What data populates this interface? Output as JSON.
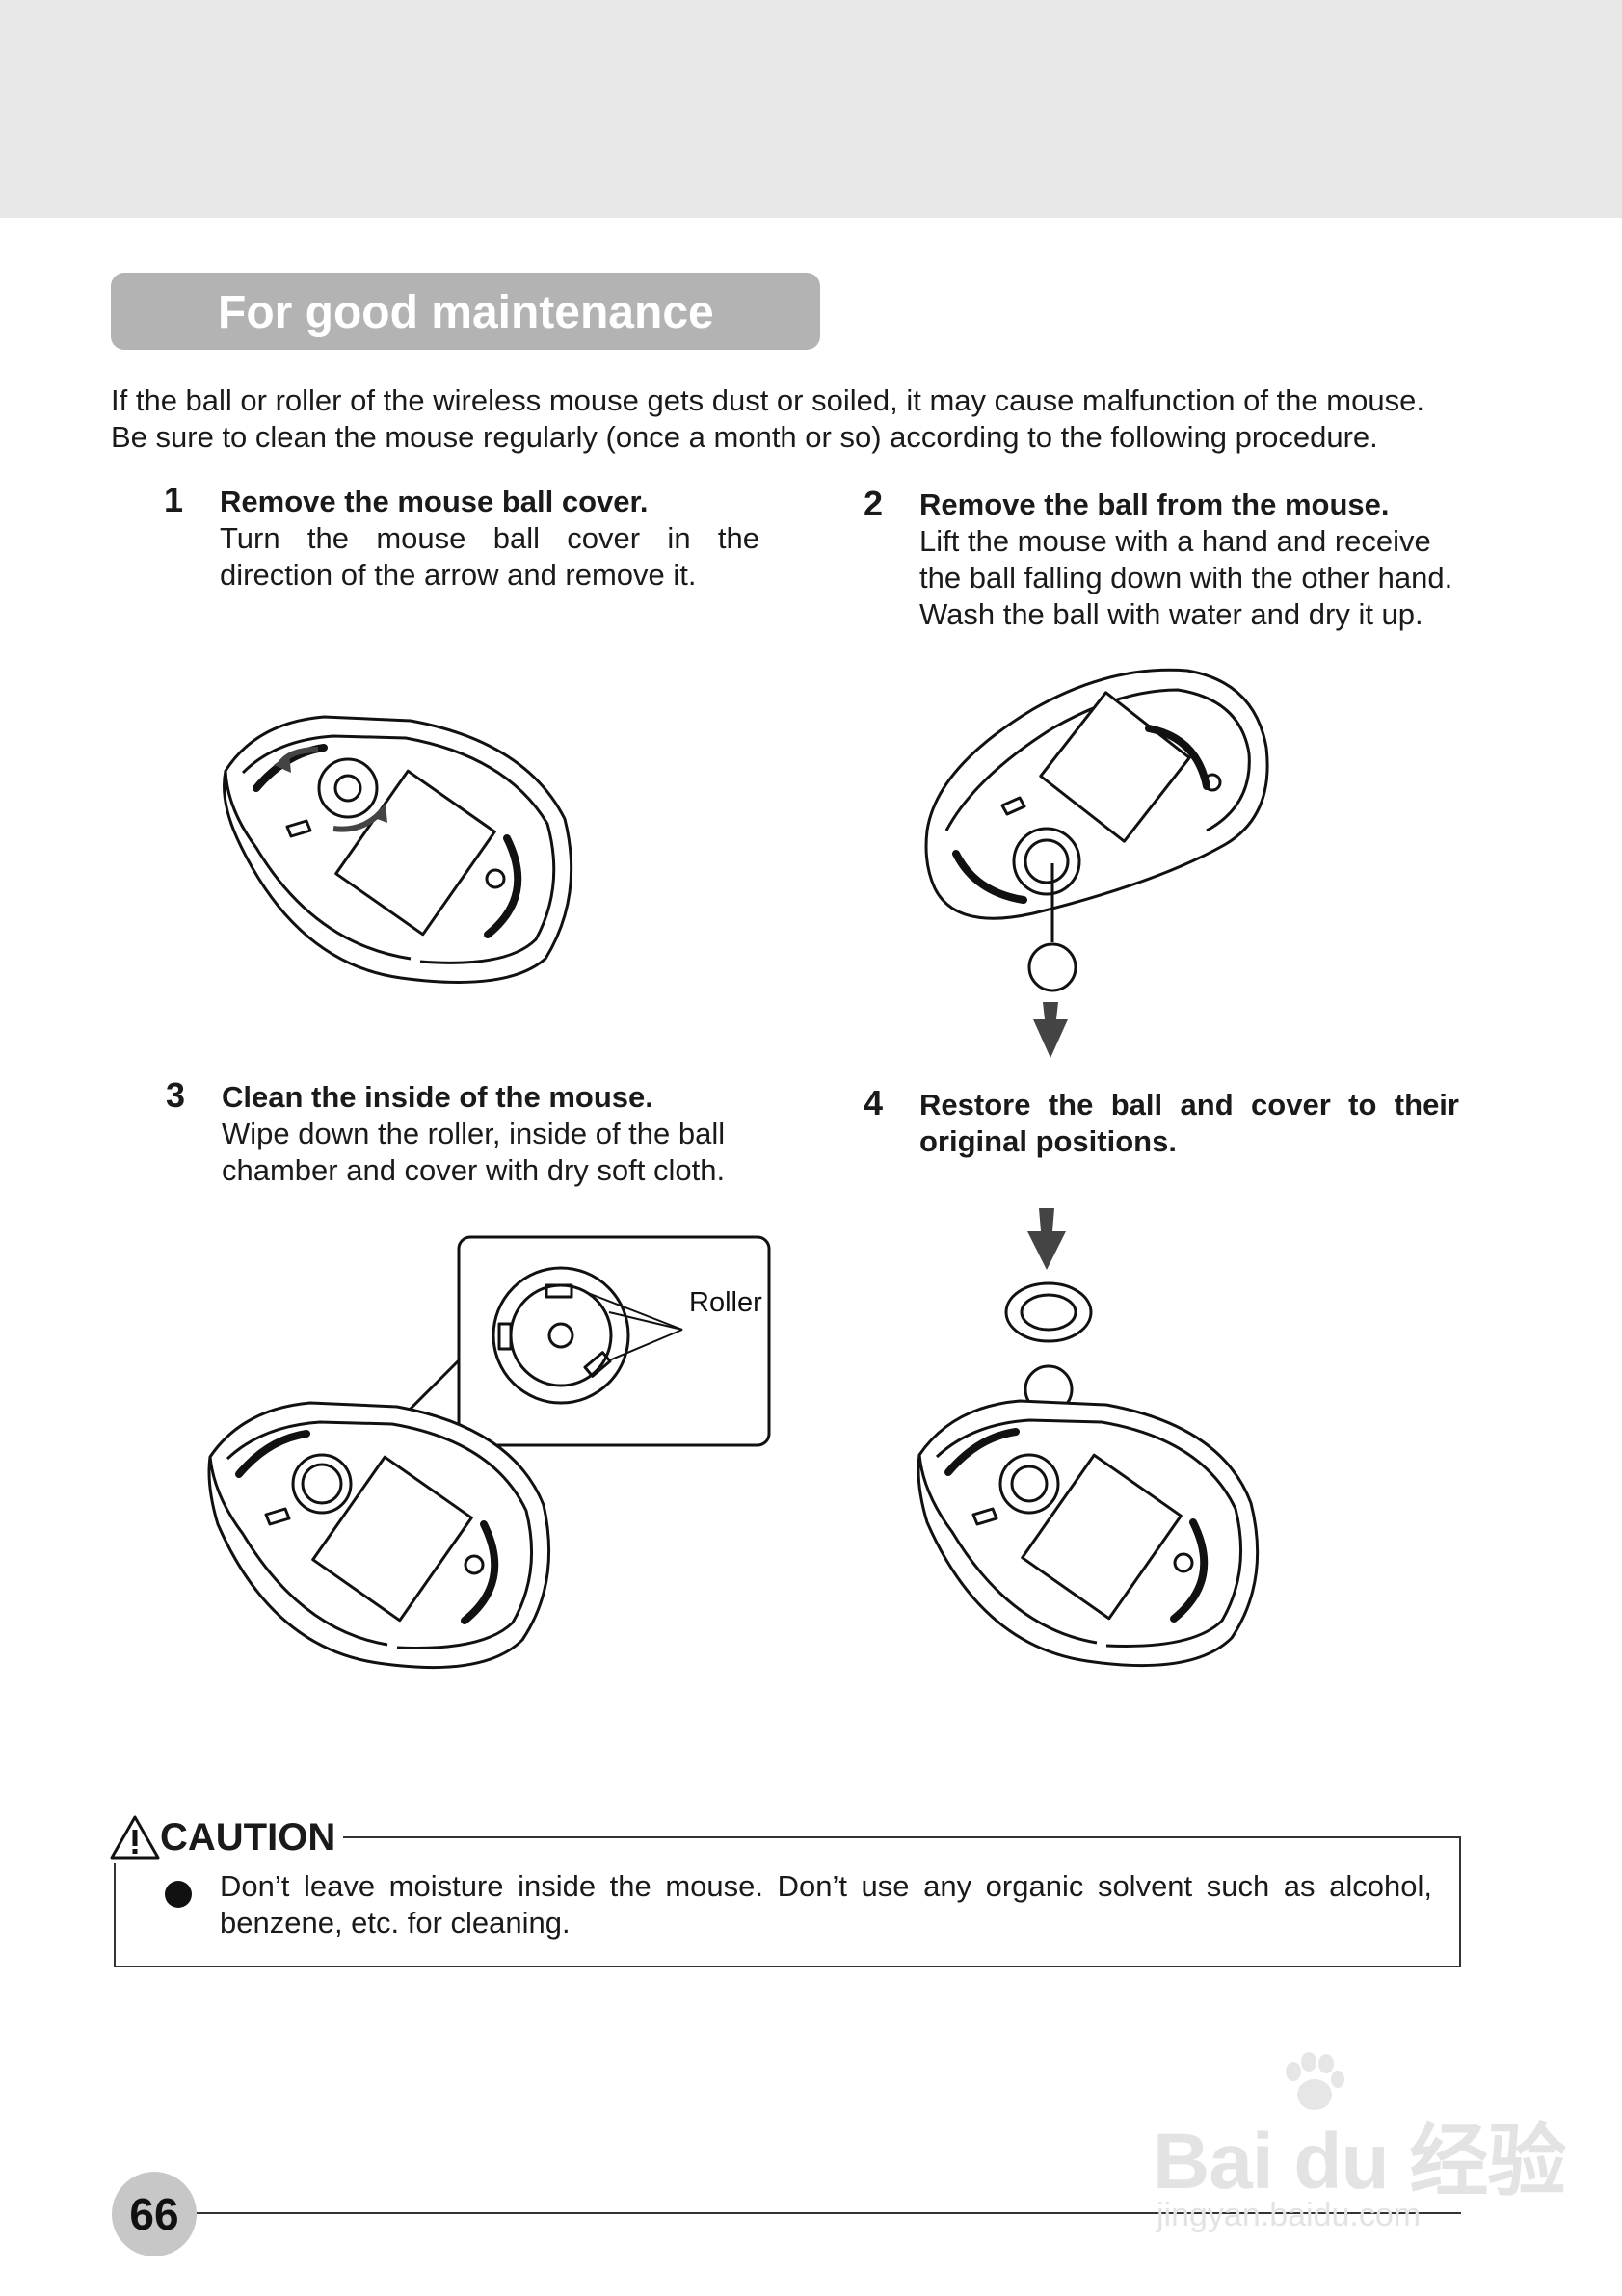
{
  "header": {
    "section_title": "For good maintenance"
  },
  "intro": [
    "If the ball or roller of the wireless mouse gets dust or soiled, it may cause malfunction of the mouse.",
    "Be sure to clean the mouse regularly (once a month or so) according to the following procedure."
  ],
  "steps": [
    {
      "num": "1",
      "title": "Remove the mouse ball cover.",
      "lines": [
        "Turn the mouse ball cover in the",
        " direction of the arrow and remove it."
      ]
    },
    {
      "num": "2",
      "title": "Remove the ball from the mouse.",
      "lines": [
        "Lift the mouse with a hand and receive",
        "the ball falling down with the other hand.",
        "Wash the ball with water and dry it up."
      ]
    },
    {
      "num": "3",
      "title": "Clean the inside of the mouse.",
      "lines": [
        "Wipe down the roller, inside of the ball",
        "chamber and cover with dry soft cloth."
      ]
    },
    {
      "num": "4",
      "title_lines": [
        "Restore the ball and cover to their",
        "original positions."
      ]
    }
  ],
  "figure_labels": {
    "roller": "Roller"
  },
  "caution": {
    "heading": "CAUTION",
    "lines": [
      "Don’t leave moisture inside the mouse. Don’t use any organic solvent such as alcohol,",
      "benzene, etc. for cleaning."
    ]
  },
  "footer": {
    "page_number": "66"
  },
  "watermark": {
    "brand": "Bai du 经验",
    "url": "jingyan.baidu.com"
  }
}
